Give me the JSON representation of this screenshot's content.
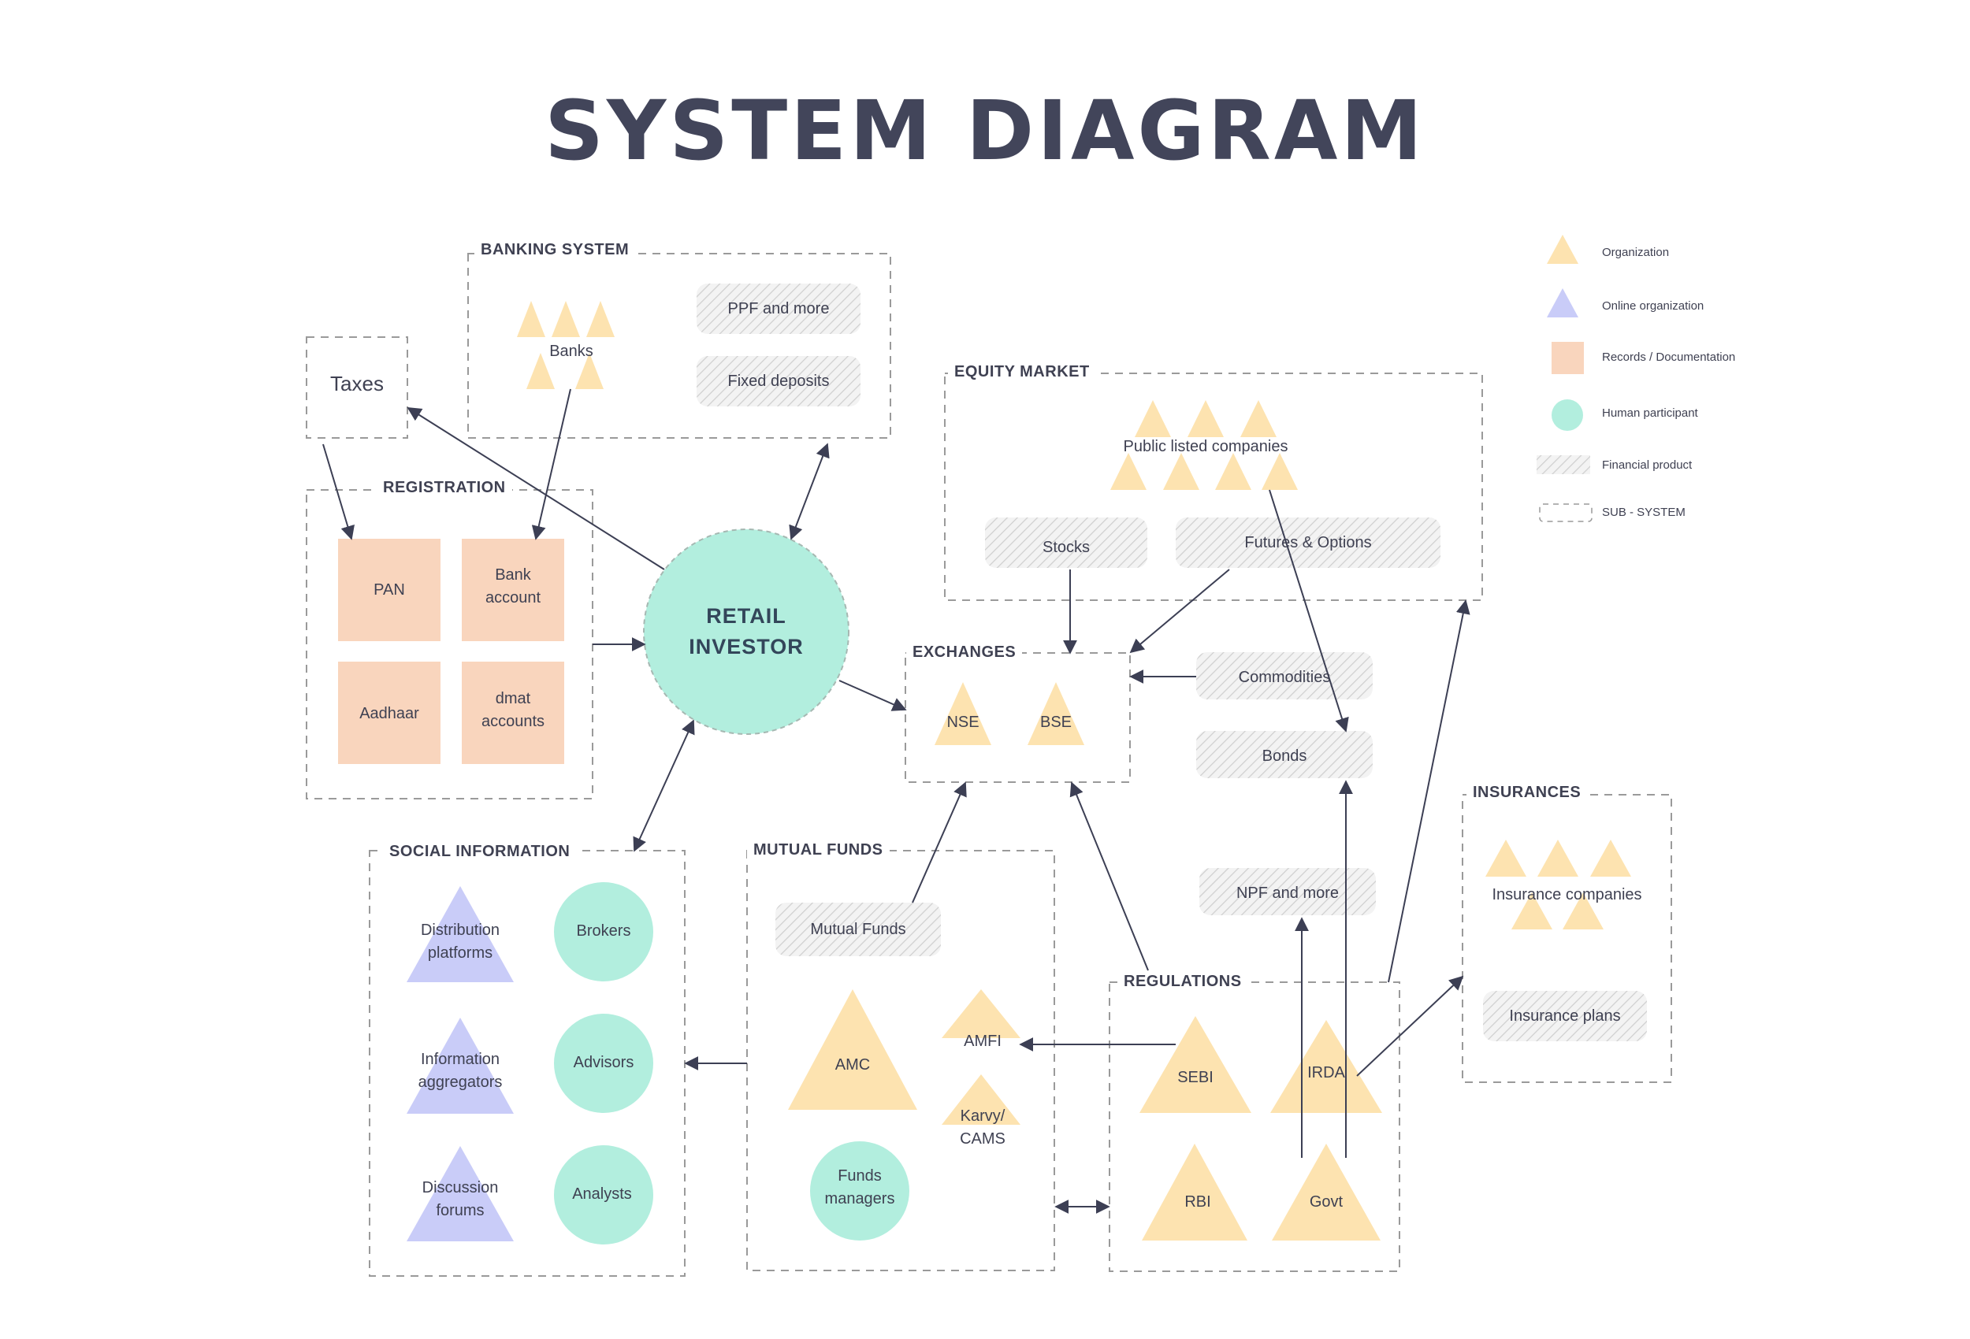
{
  "title": "SYSTEM DIAGRAM",
  "colors": {
    "organization": "#fde3b0",
    "online_organization": "#c9ccf8",
    "records": "#f9d5bd",
    "human": "#b2eede",
    "arrow": "#3c3f54",
    "subsystem_border": "#9a9a9a",
    "text": "#3f4152"
  },
  "legend": [
    {
      "icon": "organization-triangle-icon",
      "label": "Organization"
    },
    {
      "icon": "online-organization-triangle-icon",
      "label": "Online organization"
    },
    {
      "icon": "records-square-icon",
      "label": "Records / Documentation"
    },
    {
      "icon": "human-circle-icon",
      "label": "Human participant"
    },
    {
      "icon": "financial-product-hatch-icon",
      "label": "Financial product"
    },
    {
      "icon": "subsystem-dashed-icon",
      "label": "SUB - SYSTEM"
    }
  ],
  "center": {
    "line1": "RETAIL",
    "line2": "INVESTOR"
  },
  "taxes": {
    "label": "Taxes"
  },
  "banking": {
    "title": "BANKING SYSTEM",
    "org_label": "Banks",
    "products": [
      "PPF and more",
      "Fixed deposits"
    ]
  },
  "registration": {
    "title": "REGISTRATION",
    "records": [
      {
        "line1": "PAN",
        "line2": ""
      },
      {
        "line1": "Bank",
        "line2": "account"
      },
      {
        "line1": "Aadhaar",
        "line2": ""
      },
      {
        "line1": "dmat",
        "line2": "accounts"
      }
    ]
  },
  "equity": {
    "title": "EQUITY MARKET",
    "org_label": "Public listed companies",
    "products": [
      "Stocks",
      "Futures & Options"
    ]
  },
  "exchanges": {
    "title": "EXCHANGES",
    "orgs": [
      "NSE",
      "BSE"
    ]
  },
  "other_products": [
    "Commodities",
    "Bonds",
    "NPF and more"
  ],
  "insurances": {
    "title": "INSURANCES",
    "org_label": "Insurance companies",
    "products": [
      "Insurance plans"
    ]
  },
  "social": {
    "title": "SOCIAL INFORMATION",
    "online_orgs": [
      {
        "line1": "Distribution",
        "line2": "platforms"
      },
      {
        "line1": "Information",
        "line2": "aggregators"
      },
      {
        "line1": "Discussion",
        "line2": "forums"
      }
    ],
    "humans": [
      "Brokers",
      "Advisors",
      "Analysts"
    ]
  },
  "mutual_funds": {
    "title": "MUTUAL FUNDS",
    "product": "Mutual Funds",
    "orgs": [
      "AMC",
      "AMFI",
      {
        "line1": "Karvy/",
        "line2": "CAMS"
      }
    ],
    "human": {
      "line1": "Funds",
      "line2": "managers"
    }
  },
  "regulations": {
    "title": "REGULATIONS",
    "orgs": [
      "SEBI",
      "IRDA",
      "RBI",
      "Govt"
    ]
  }
}
